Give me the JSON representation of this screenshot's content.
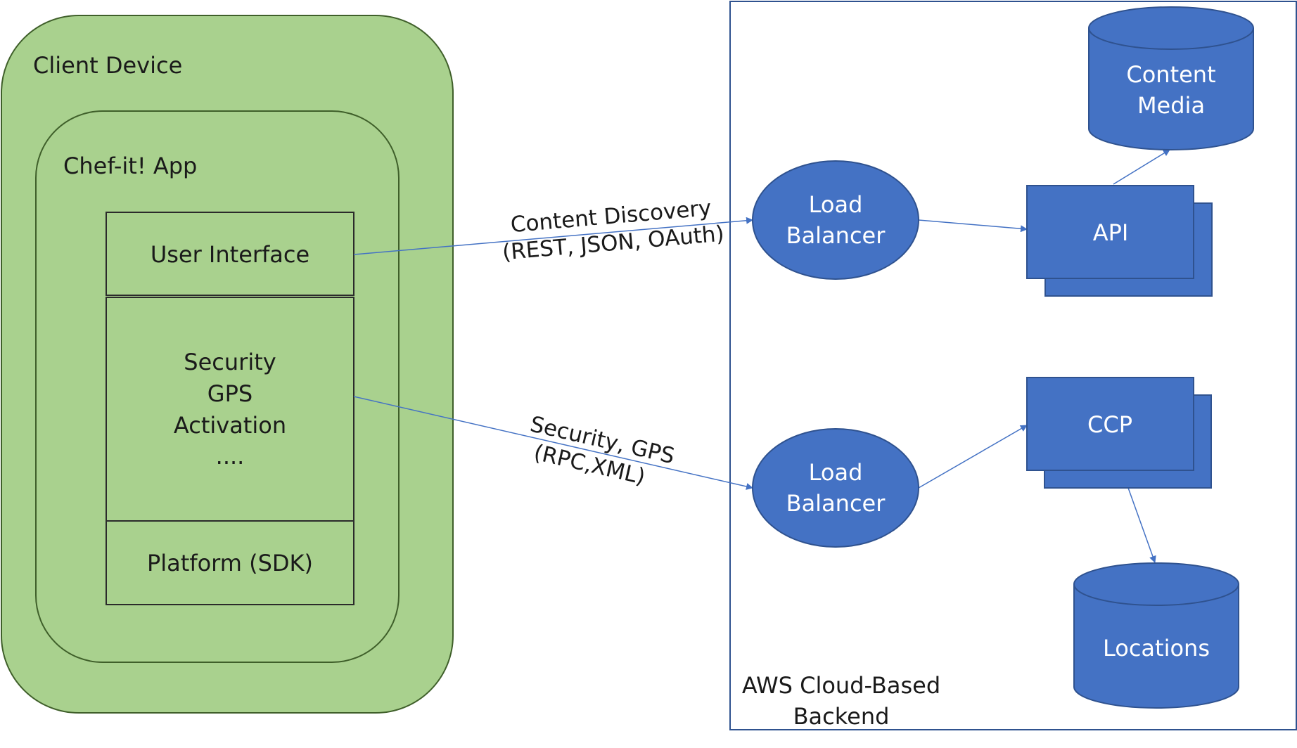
{
  "colors": {
    "client_fill": "#a9d18e",
    "client_stroke": "#3f5f2a",
    "node_fill": "#4472c4",
    "node_stroke": "#2f528f",
    "edge": "#4472c4",
    "backend_border": "#2f528f"
  },
  "client": {
    "device_label": "Client Device",
    "app_label": "Chef-it! App",
    "ui_layer": "User Interface",
    "services_layer": [
      "Security",
      "GPS",
      "Activation",
      "...."
    ],
    "platform_layer": "Platform (SDK)"
  },
  "backend": {
    "label_lines": [
      "AWS Cloud-Based",
      "Backend"
    ],
    "load_balancer_top": [
      "Load",
      "Balancer"
    ],
    "load_balancer_bottom": [
      "Load",
      "Balancer"
    ],
    "api": "API",
    "ccp": "CCP",
    "content_media": [
      "Content",
      "Media"
    ],
    "locations": "Locations"
  },
  "edges": {
    "content_discovery": [
      "Content Discovery",
      "(REST, JSON, OAuth)"
    ],
    "security_gps": [
      "Security, GPS",
      "(RPC,XML)"
    ]
  }
}
